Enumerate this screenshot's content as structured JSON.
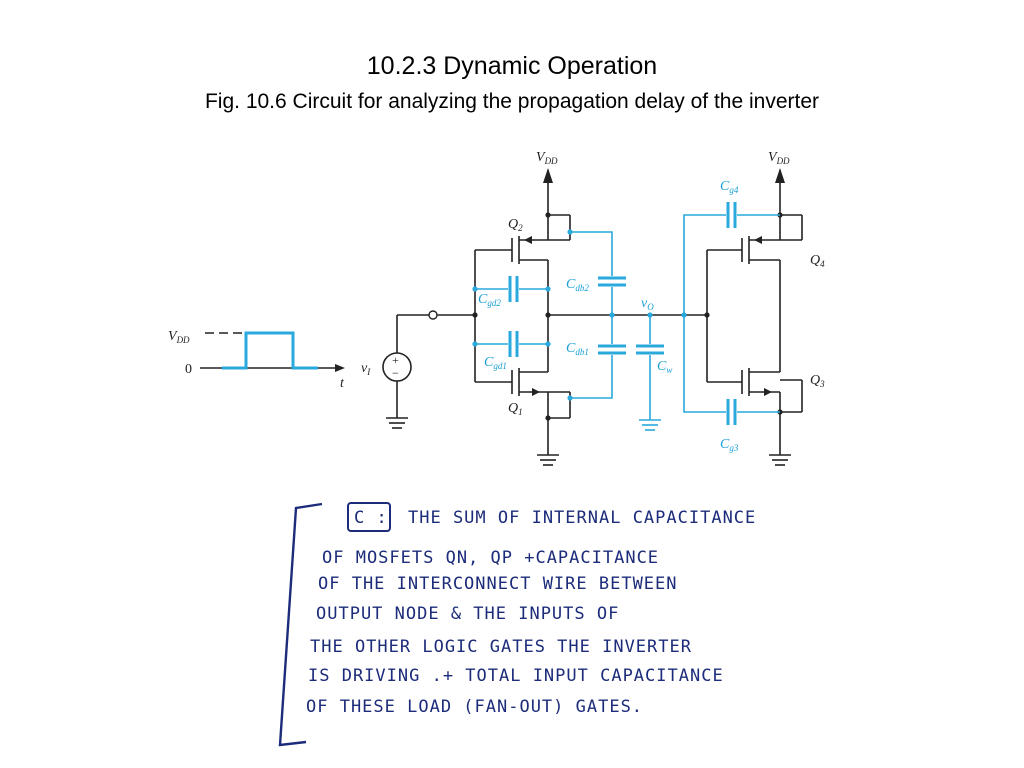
{
  "header": {
    "title": "10.2.3 Dynamic Operation",
    "subtitle": "Fig. 10.6 Circuit for analyzing the propagation delay of the inverter"
  },
  "circuit": {
    "vdd_left": "V",
    "vdd_left_sub": "DD",
    "vdd_right": "V",
    "vdd_right_sub": "DD",
    "pulse_vdd": "V",
    "pulse_vdd_sub": "DD",
    "pulse_zero": "0",
    "pulse_t": "t",
    "vi": "v",
    "vi_sub": "I",
    "vo": "v",
    "vo_sub": "O",
    "q1": "Q",
    "q1_sub": "1",
    "q2": "Q",
    "q2_sub": "2",
    "q3": "Q",
    "q3_sub": "3",
    "q4": "Q",
    "q4_sub": "4",
    "cgd1": "C",
    "cgd1_sub": "gd1",
    "cgd2": "C",
    "cgd2_sub": "gd2",
    "cdb1": "C",
    "cdb1_sub": "db1",
    "cdb2": "C",
    "cdb2_sub": "db2",
    "cw": "C",
    "cw_sub": "w",
    "cg3": "C",
    "cg3_sub": "g3",
    "cg4": "C",
    "cg4_sub": "g4",
    "source_plus": "+",
    "source_minus": "−"
  },
  "note": {
    "box_label": "C :",
    "lines": [
      "THE SUM OF INTERNAL CAPACITANCE",
      "OF  MOSFETS  QN,  QP  +CAPACITANCE",
      "OF THE INTERCONNECT WIRE BETWEEN",
      "OUTPUT NODE & THE INPUTS OF",
      "THE OTHER LOGIC GATES THE INVERTER",
      "IS DRIVING .+ TOTAL INPUT CAPACITANCE",
      "OF THESE LOAD (FAN-OUT) GATES."
    ]
  }
}
